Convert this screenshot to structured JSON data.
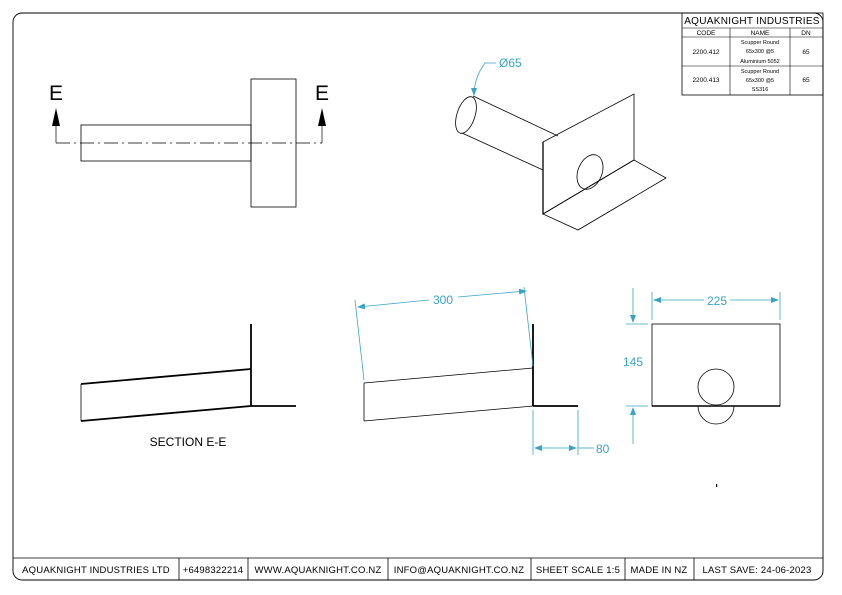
{
  "title_block": {
    "company": "AQUAKNIGHT INDUSTRIES",
    "headers": {
      "code": "CODE",
      "name": "NAME",
      "dn": "DN"
    },
    "rows": [
      {
        "code": "2200.412",
        "name_lines": [
          "Scupper Round",
          "65x300 @5",
          "Aluminium 5052"
        ],
        "dn": "65"
      },
      {
        "code": "2200.413",
        "name_lines": [
          "Scupper Round",
          "65x300 @5",
          "SS316"
        ],
        "dn": "65"
      }
    ]
  },
  "views": {
    "section_marker_left": "E",
    "section_marker_right": "E",
    "section_label": "SECTION E-E"
  },
  "dimensions": {
    "diameter": "Ø65",
    "length": "300",
    "width": "225",
    "height": "145",
    "flange_depth": "80"
  },
  "footer": {
    "company": "AQUAKNIGHT INDUSTRIES LTD",
    "phone": "+6498322214",
    "website": "WWW.AQUAKNIGHT.CO.NZ",
    "email": "INFO@AQUAKNIGHT.CO.NZ",
    "scale": "SHEET SCALE 1:5",
    "origin": "MADE IN NZ",
    "last_save": "LAST SAVE: 24-06-2023"
  }
}
